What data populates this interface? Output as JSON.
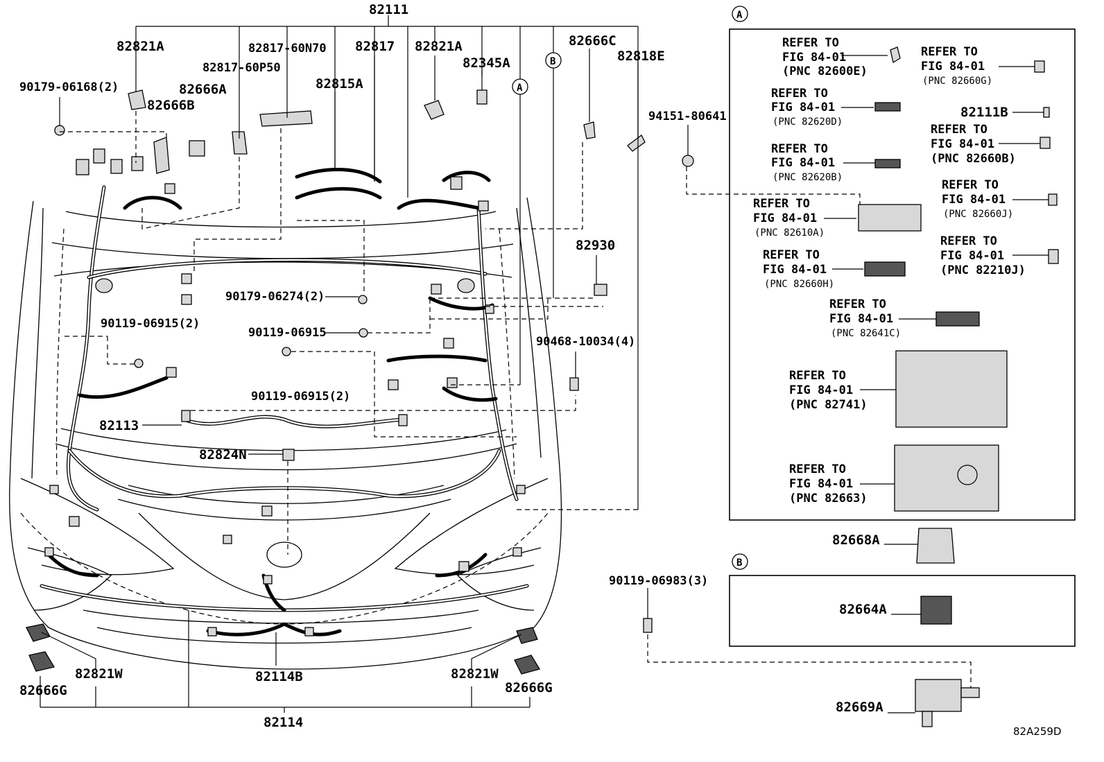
{
  "diagram": {
    "labels": {
      "p82111": "82111",
      "p82821A_l": "82821A",
      "p82817_60N70": "82817-60N70",
      "p82817": "82817",
      "p82821A_r": "82821A",
      "p82666C": "82666C",
      "p82818E": "82818E",
      "p82345A": "82345A",
      "p90179_06168": "90179-06168(2)",
      "p82817_60P50": "82817-60P50",
      "p82666A": "82666A",
      "p82666B": "82666B",
      "p82815A": "82815A",
      "p94151_80641": "94151-80641",
      "p82930": "82930",
      "p90179_06274": "90179-06274(2)",
      "p90119_06915_a": "90119-06915(2)",
      "p90119_06915_b": "90119-06915",
      "p90119_06915_c": "90119-06915(2)",
      "p90468_10034": "90468-10034(4)",
      "p82113": "82113",
      "p82824N": "82824N",
      "p82821W_l": "82821W",
      "p82821W_r": "82821W",
      "p82666G_l": "82666G",
      "p82666G_r": "82666G",
      "p82114B": "82114B",
      "p82114": "82114",
      "p90119_06983": "90119-06983(3)",
      "p82668A": "82668A",
      "p82664A": "82664A",
      "p82669A": "82669A",
      "callout_a": "A",
      "callout_b": "B",
      "code": "82A259D"
    },
    "panel_a": {
      "badge": "A",
      "refs": [
        {
          "line1": "REFER TO",
          "line2": "FIG 84-01",
          "line3": "(PNC 82600E)"
        },
        {
          "line1": "REFER TO",
          "line2": "FIG 84-01",
          "line3": "(PNC 82660G)"
        },
        {
          "line1": "REFER TO",
          "line2": "FIG 84-01",
          "line3": "(PNC 82620D)"
        },
        {
          "line1": "REFER TO",
          "line2": "FIG 84-01",
          "line3": "(PNC 82660B)"
        },
        {
          "line1": "REFER TO",
          "line2": "FIG 84-01",
          "line3": "(PNC 82620B)"
        },
        {
          "line1": "REFER TO",
          "line2": "FIG 84-01",
          "line3": "(PNC 82660J)"
        },
        {
          "line1": "REFER TO",
          "line2": "FIG 84-01",
          "line3": "(PNC 82610A)"
        },
        {
          "line1": "REFER TO",
          "line2": "FIG 84-01",
          "line3": "(PNC 82660H)"
        },
        {
          "line1": "REFER TO",
          "line2": "FIG 84-01",
          "line3": "(PNC 82210J)"
        },
        {
          "line1": "REFER TO",
          "line2": "FIG 84-01",
          "line3": "(PNC 82641C)"
        },
        {
          "line1": "REFER TO",
          "line2": "FIG 84-01",
          "line3": "(PNC 82741)"
        },
        {
          "line1": "REFER TO",
          "line2": "FIG 84-01",
          "line3": "(PNC 82663)"
        }
      ],
      "part_82111B": "82111B"
    },
    "panel_b": {
      "badge": "B"
    }
  }
}
